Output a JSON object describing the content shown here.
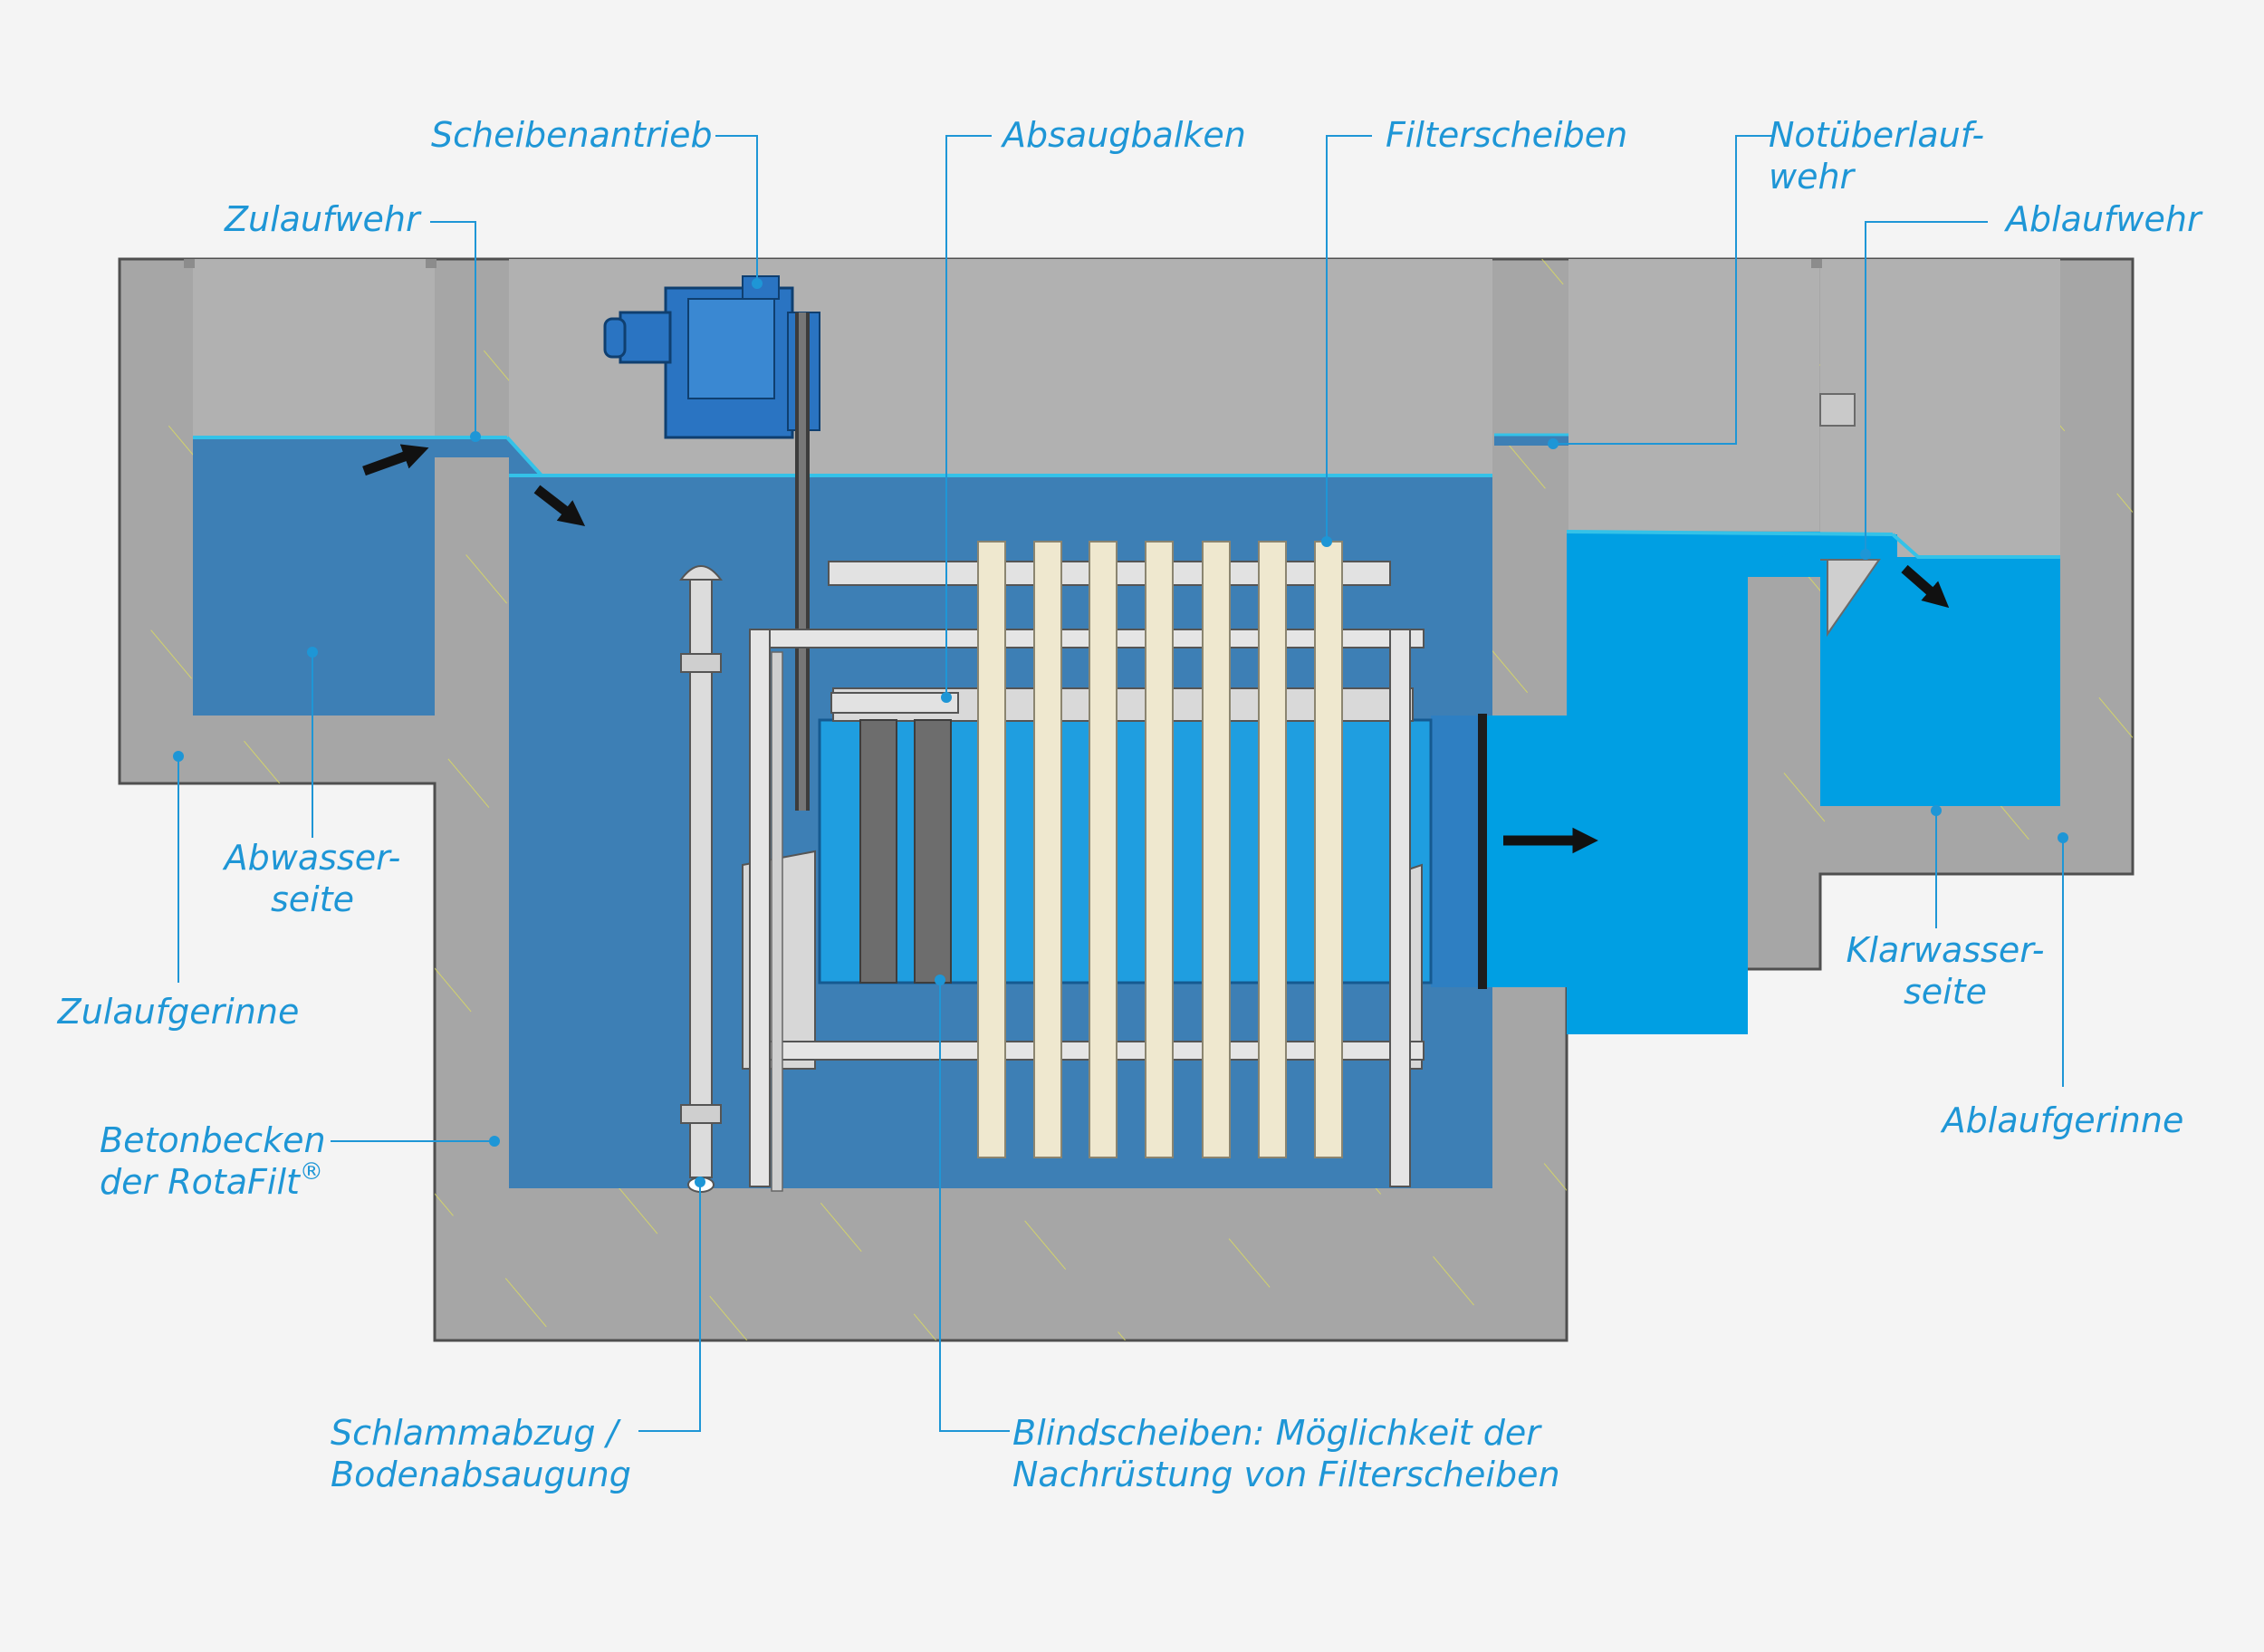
{
  "labels": {
    "scheibenantrieb": "Scheibenantrieb",
    "absaugbalken": "Absaugbalken",
    "filterscheiben": "Filterscheiben",
    "notueberlauf_1": "Notüberlauf-",
    "notueberlauf_2": "wehr",
    "zulaufwehr": "Zulaufwehr",
    "ablaufwehr": "Ablaufwehr",
    "abwasser_1": "Abwasser-",
    "abwasser_2": "seite",
    "zulaufgerinne": "Zulaufgerinne",
    "betonbecken_1": "Betonbecken",
    "betonbecken_2": "der RotaFilt",
    "betonbecken_reg": "®",
    "klarwasser_1": "Klarwasser-",
    "klarwasser_2": "seite",
    "ablaufgerinne": "Ablaufgerinne",
    "schlamm_1": "Schlammabzug /",
    "schlamm_2": "Bodenabsaugung",
    "blind_1": "Blindscheiben: Möglichkeit der",
    "blind_2": "Nachrüstung von Filterscheiben"
  },
  "colors": {
    "background": "#f4f4f4",
    "concrete": "#a6a6a6",
    "raw_water": "#3d7fb5",
    "clear_water": "#009fe3",
    "label": "#1e96d6",
    "filter_disc": "#efe8cf",
    "blind_disc": "#6d6d6d",
    "motor": "#2a74c2"
  }
}
